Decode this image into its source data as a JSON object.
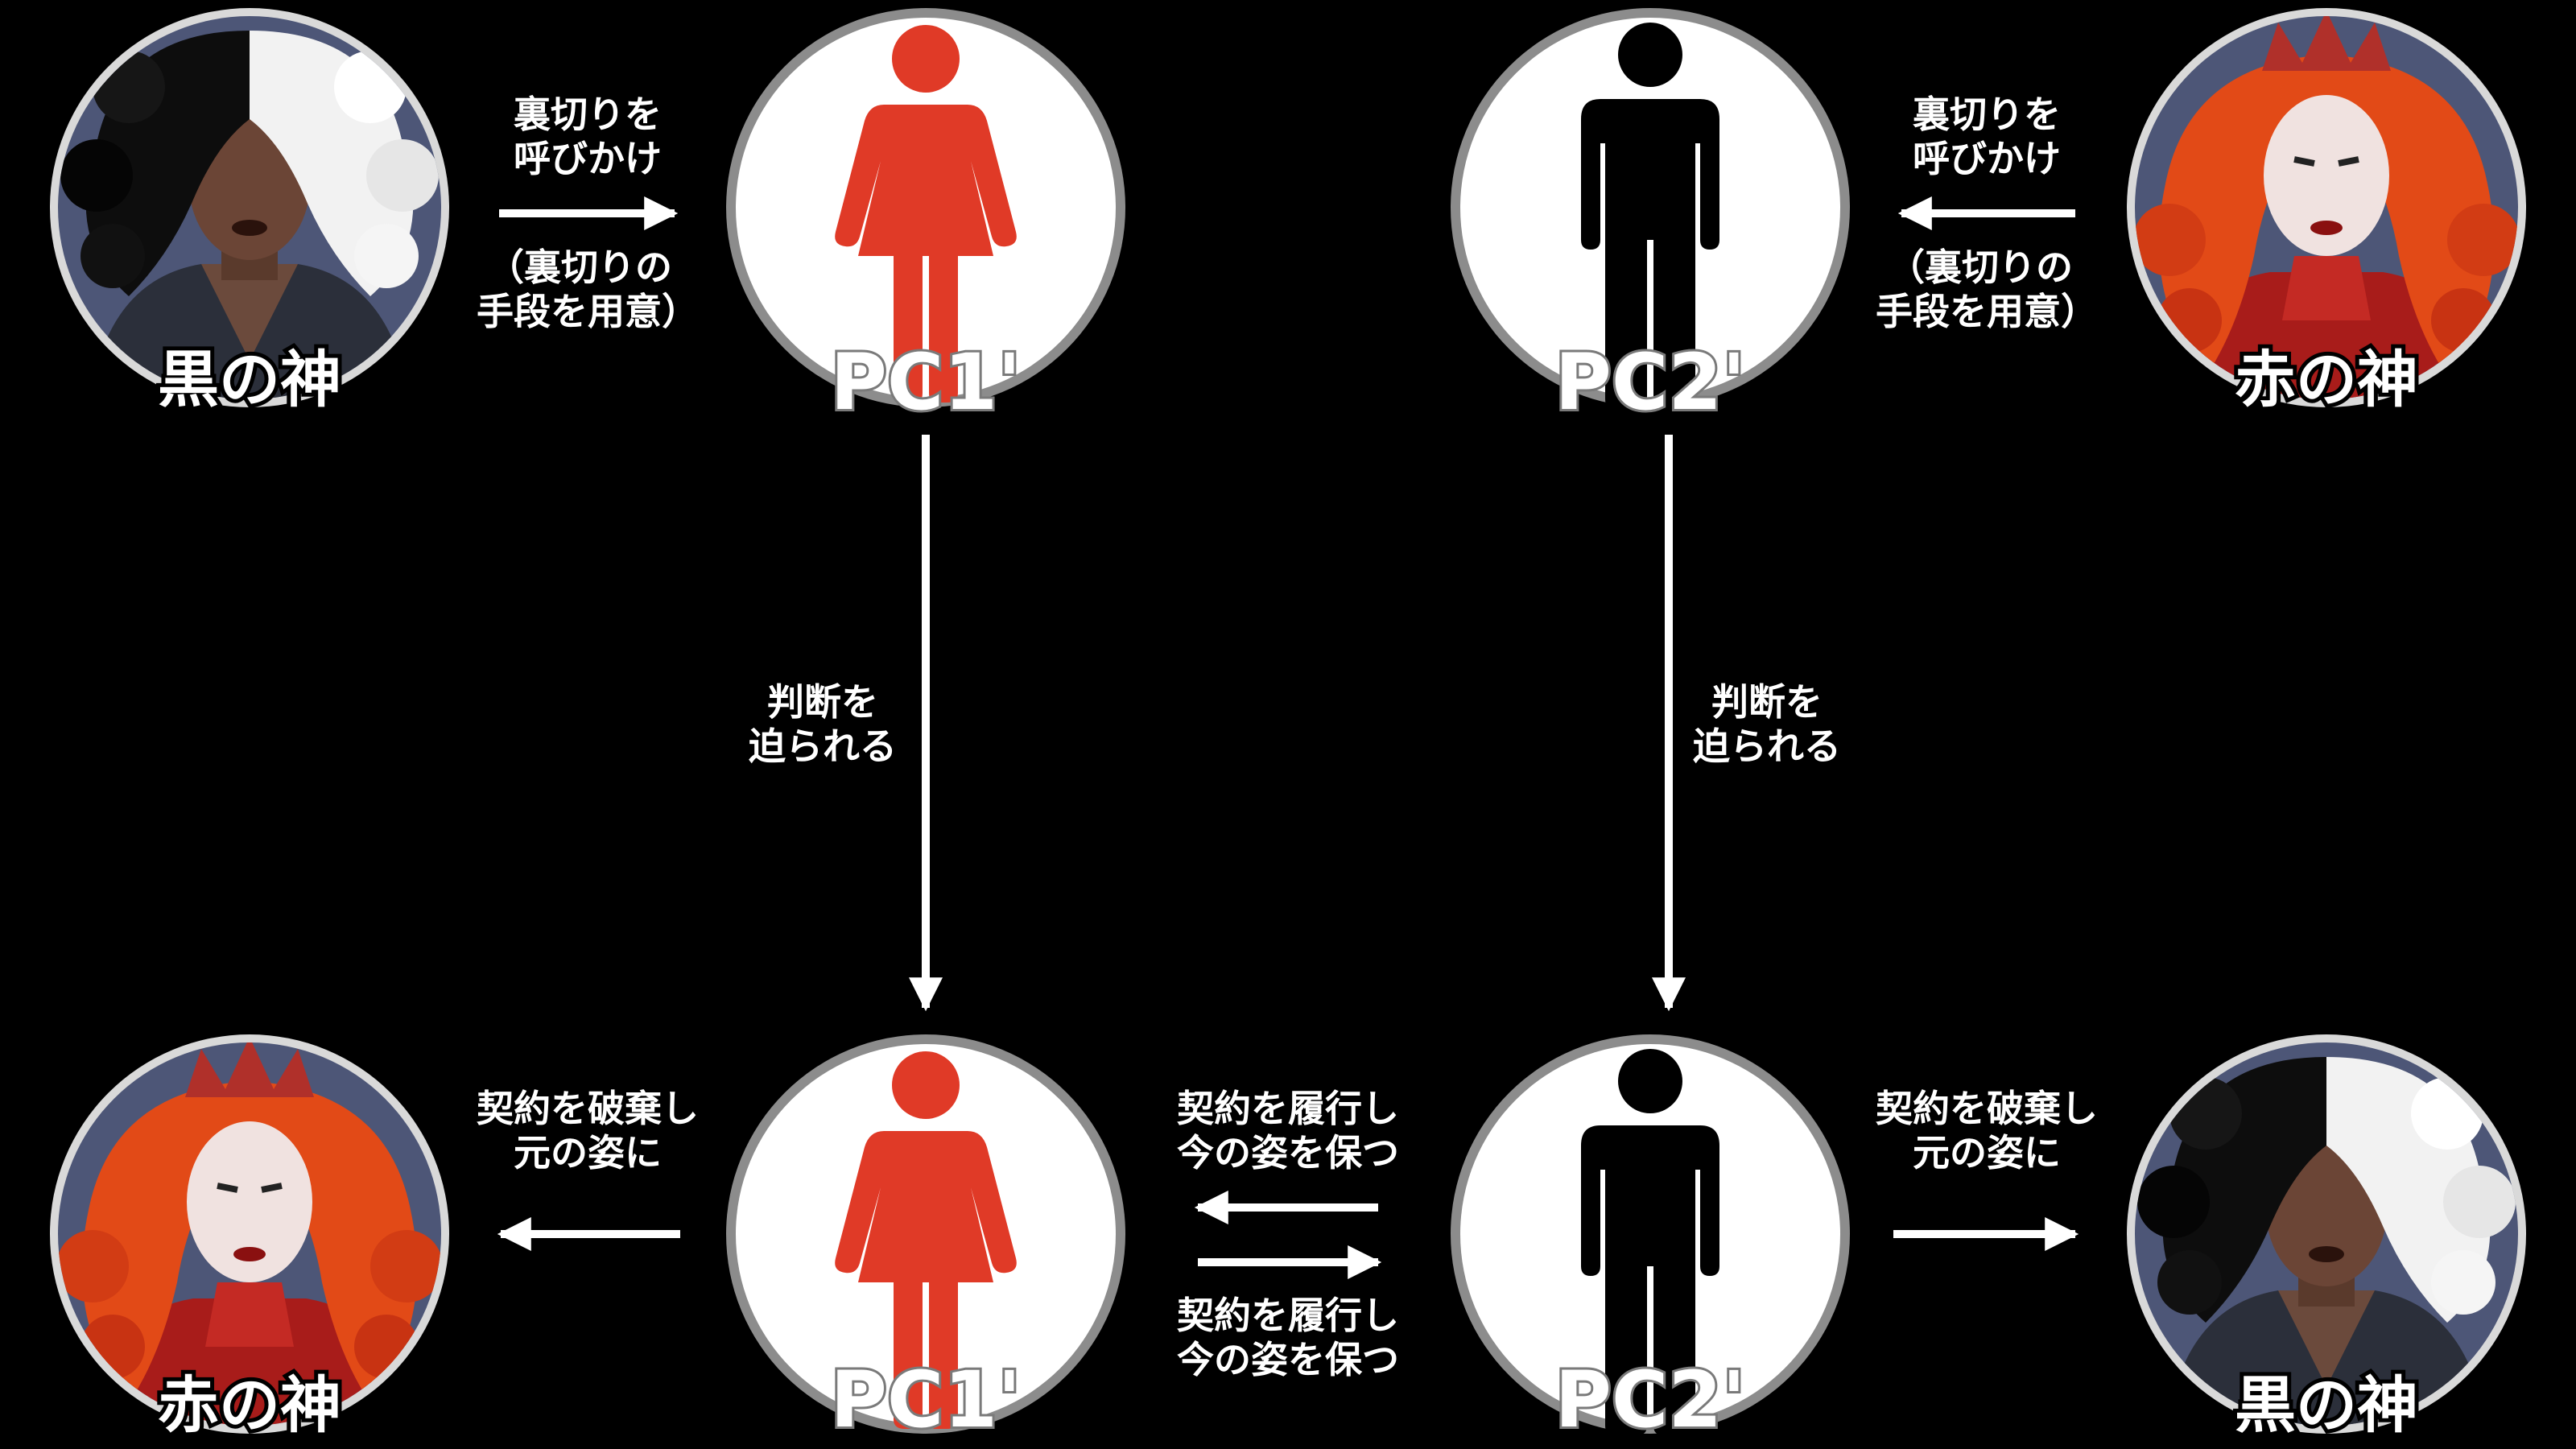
{
  "colors": {
    "background": "#000000",
    "female_figure": "#e03a27",
    "male_figure": "#000000",
    "circle_fill": "#ffffff",
    "circle_ring": "#8c8c8c",
    "portrait_bg": "#4d5677",
    "arrow": "#ffffff"
  },
  "nodes": {
    "black_god_top": {
      "label": "黒の神",
      "icon": "portrait-black-god"
    },
    "red_god_top": {
      "label": "赤の神",
      "icon": "portrait-red-god"
    },
    "pc1_top": {
      "label": "PC1'",
      "icon": "woman-icon"
    },
    "pc2_top": {
      "label": "PC2'",
      "icon": "man-icon"
    },
    "red_god_bottom": {
      "label": "赤の神",
      "icon": "portrait-red-god"
    },
    "black_god_bottom": {
      "label": "黒の神",
      "icon": "portrait-black-god"
    },
    "pc1_bottom": {
      "label": "PC1'",
      "icon": "woman-icon"
    },
    "pc2_bottom": {
      "label": "PC2'",
      "icon": "man-icon"
    }
  },
  "edges": {
    "black_to_pc1": {
      "line1": "裏切りを",
      "line2": "呼びかけ",
      "note1": "（裏切りの",
      "note2": "手段を用意）"
    },
    "red_to_pc2": {
      "line1": "裏切りを",
      "line2": "呼びかけ",
      "note1": "（裏切りの",
      "note2": "手段を用意）"
    },
    "pc1_down": {
      "line1": "判断を",
      "line2": "迫られる"
    },
    "pc2_down": {
      "line1": "判断を",
      "line2": "迫られる"
    },
    "pc1_to_red": {
      "line1": "契約を破棄し",
      "line2": "元の姿に"
    },
    "pc2_to_black": {
      "line1": "契約を破棄し",
      "line2": "元の姿に"
    },
    "pc2_to_pc1": {
      "line1": "契約を履行し",
      "line2": "今の姿を保つ"
    },
    "pc1_to_pc2": {
      "line1": "契約を履行し",
      "line2": "今の姿を保つ"
    }
  }
}
